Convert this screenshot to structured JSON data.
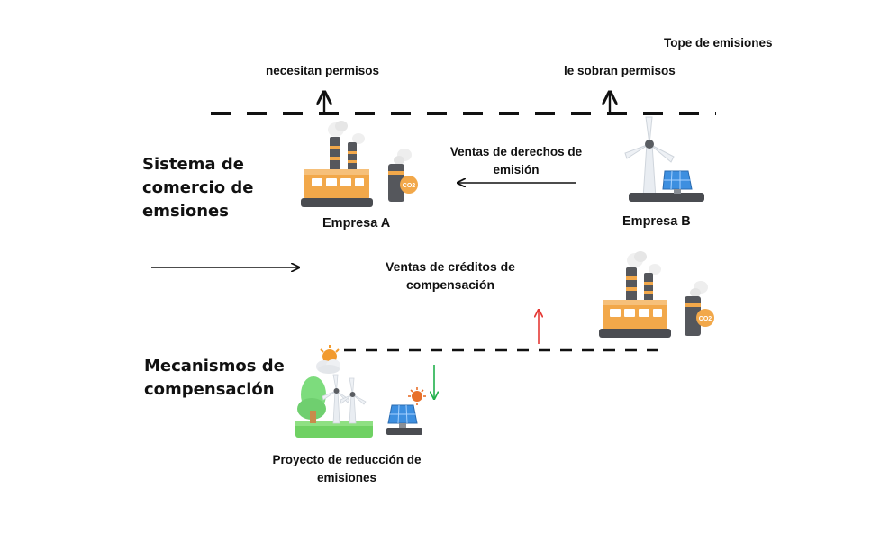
{
  "cap_label": "Tope de emisiones",
  "need_permits_label": "necesitan permisos",
  "surplus_permits_label": "le sobran permisos",
  "system_heading": "Sistema de comercio de emsiones",
  "offset_heading": "Mecanismos de compensación",
  "rights_sales_label": "Ventas de derechos de emisión",
  "credit_sales_label": "Ventas de créditos de compensación",
  "company_a_label": "Empresa A",
  "company_b_label": "Empresa B",
  "project_label": "Proyecto de reducción de emisiones",
  "co2_badge": "CO2",
  "colors": {
    "line": "#111111",
    "red_arrow": "#e53935",
    "green_arrow": "#22b14c",
    "factory_body": "#f2a84a",
    "wind_turbine": "#e9edf2",
    "solar_panel": "#3d8fe0",
    "grass": "#6fd163",
    "tree": "#7ddc7d"
  },
  "icons": [
    "factory-icon",
    "chimney-icon",
    "wind-turbine-icon",
    "solar-panel-icon",
    "tree-icon",
    "sun-icon",
    "cloud-icon"
  ]
}
